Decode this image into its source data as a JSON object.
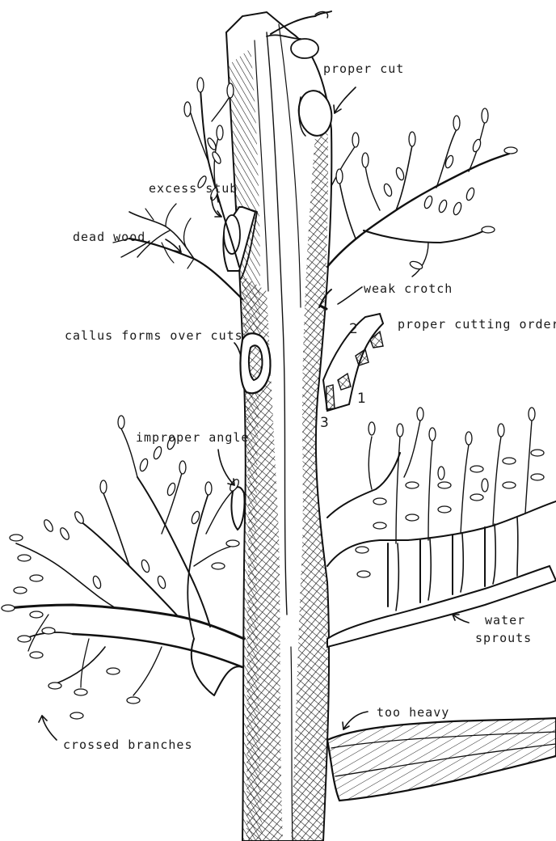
{
  "labels": {
    "proper_cut": "proper cut",
    "excess_stub": "excess stub",
    "dead_wood": "dead wood",
    "weak_crotch": "weak crotch",
    "proper_cutting_order": "proper cutting order",
    "callus": "callus forms over cuts",
    "improper_angle": "improper angle",
    "water": "water",
    "sprouts": "sprouts",
    "too_heavy": "too heavy",
    "crossed_branches": "crossed branches",
    "step1": "1",
    "step2": "2",
    "step3": "3"
  },
  "colors": {
    "ink": "#111111",
    "paper": "#ffffff"
  }
}
